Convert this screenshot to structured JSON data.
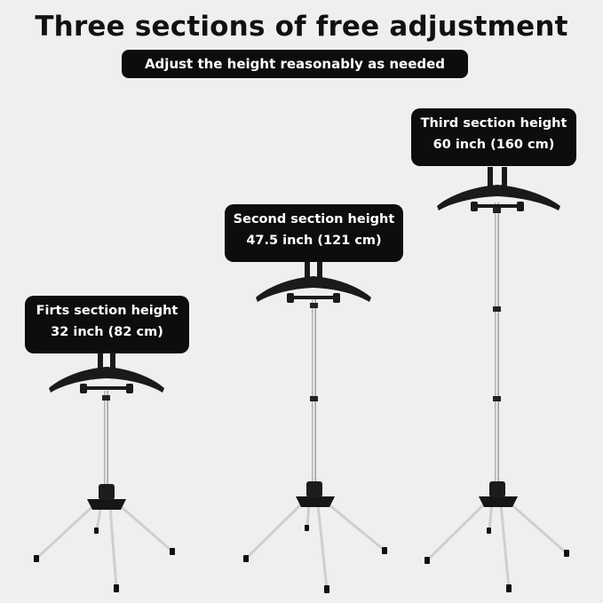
{
  "header": {
    "title": "Three sections of free adjustment",
    "subtitle": "Adjust the height reasonably as needed"
  },
  "sections": [
    {
      "name": "Firts section height",
      "size": "32 inch (82 cm)"
    },
    {
      "name": "Second section height",
      "size": "47.5 inch (121 cm)"
    },
    {
      "name": "Third section height",
      "size": "60 inch (160 cm)"
    }
  ],
  "colors": {
    "background": "#efefef",
    "label_bg": "#0d0d0d",
    "label_text": "#ffffff",
    "pole": "#d9d9d9",
    "hanger": "#1a1a1a"
  }
}
